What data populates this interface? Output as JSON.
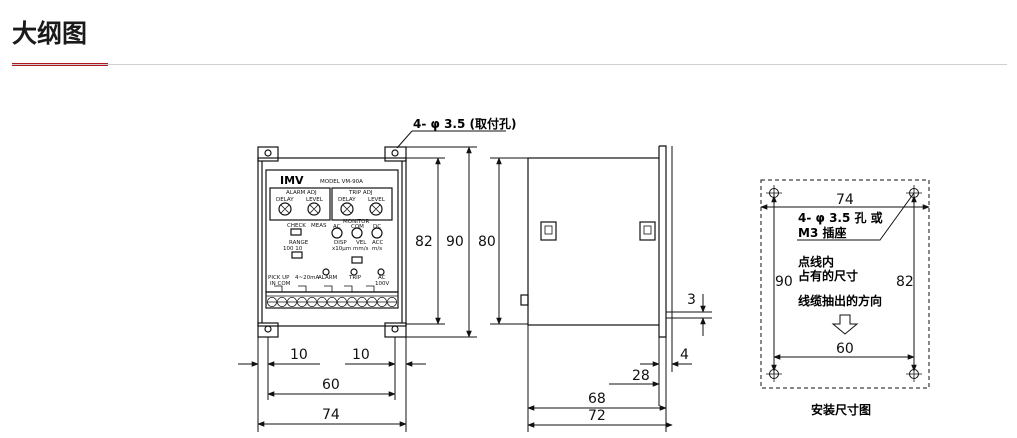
{
  "header": {
    "title": "大纲图"
  },
  "front_view": {
    "hole_callout": "4- φ 3.5 (取付孔)",
    "brand": "IMV",
    "model": "MODEL  VM-90A",
    "alarm_adj": "ALARM  ADJ",
    "trip_adj": "TRIP  ADJ",
    "delay": "DELAY",
    "level": "LEVEL",
    "check": "CHECK",
    "meas": "MEAS",
    "range": "RANGE",
    "range_values": "100     10",
    "monitor": "MONITOR",
    "monitor_ac": "AC",
    "monitor_com": "COM",
    "monitor_dc": "DC",
    "disp": "DISP",
    "disp_unit": "x10μm",
    "vel": "VEL",
    "vel_unit": "mm/s",
    "acc": "ACC",
    "acc_unit": "m/s",
    "pickup": "PICK UP",
    "in_com": "IN COM",
    "current": "4~20mA",
    "alarm": "ALARM",
    "trip": "TRIP",
    "ac": "AC",
    "ac_volt": "100V",
    "dims": {
      "h82": "82",
      "h90": "90",
      "h80": "80",
      "w10a": "10",
      "w10b": "10",
      "w60": "60",
      "w74": "74"
    }
  },
  "side_view": {
    "dims": {
      "d3": "3",
      "d4": "4",
      "d28": "28",
      "d68": "68",
      "d72": "72"
    }
  },
  "mount_view": {
    "w74": "74",
    "h90": "90",
    "h82": "82",
    "w60": "60",
    "hole_line1": "4- φ 3.5 孔 或",
    "hole_line2": "M3 插座",
    "note1": "点线内",
    "note2": "占有的尺寸",
    "note3": "线缆抽出的方向",
    "caption": "安装尺寸图"
  }
}
